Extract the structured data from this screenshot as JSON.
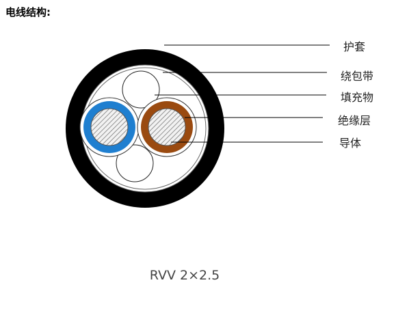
{
  "heading": "电线结构:",
  "labels": {
    "sheath": "护套",
    "wrapping_tape": "绕包带",
    "filler": "填充物",
    "insulation": "绝缘层",
    "conductor": "导体"
  },
  "model": "RVV 2×2.5",
  "colors": {
    "sheath": "#000000",
    "core_blue": "#1f7fd0",
    "core_brown": "#9a4a10",
    "tape": "#ffffff"
  }
}
